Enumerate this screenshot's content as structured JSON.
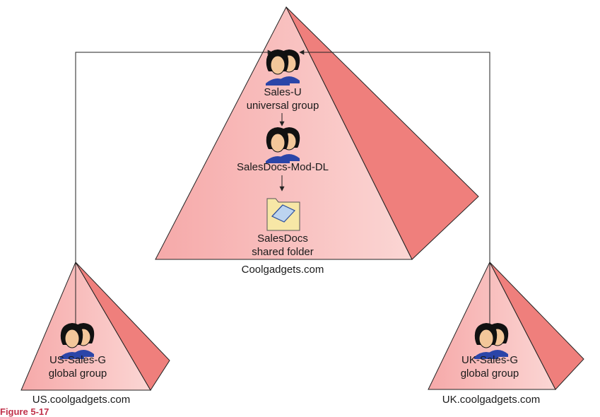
{
  "domains": {
    "root": {
      "name": "Coolgadgets.com"
    },
    "us": {
      "name": "US.coolgadgets.com"
    },
    "uk": {
      "name": "UK.coolgadgets.com"
    }
  },
  "groups": {
    "universal": {
      "name": "Sales-U",
      "type": "universal group",
      "icon": "user-group-icon"
    },
    "domain_local": {
      "name": "SalesDocs-Mod-DL",
      "icon": "user-group-icon"
    },
    "us_global": {
      "name": "US-Sales-G",
      "type": "global group",
      "icon": "user-group-icon"
    },
    "uk_global": {
      "name": "UK-Sales-G",
      "type": "global group",
      "icon": "user-group-icon"
    }
  },
  "resource": {
    "name": "SalesDocs",
    "type": "shared folder",
    "icon": "shared-folder-icon"
  },
  "caption": "Figure 5-17",
  "colors": {
    "pyramid_light": "#f9c8c6",
    "pyramid_mid": "#f3a7a7",
    "pyramid_dark": "#ef7f7c",
    "face": "#f3c79a",
    "hair": "#1a1a1a",
    "shirt": "#2b45a8",
    "folder": "#f7e7a6"
  }
}
